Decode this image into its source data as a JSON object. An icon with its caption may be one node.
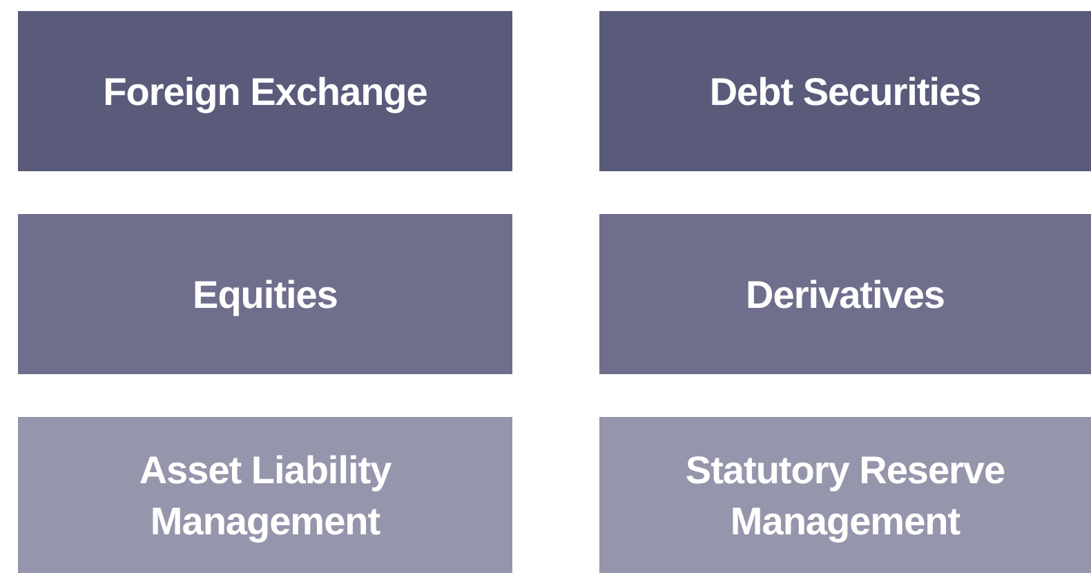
{
  "diagram": {
    "nodes": [
      {
        "text": [
          "Foreign Exchange"
        ]
      },
      {
        "text": [
          "Debt Securities"
        ]
      },
      {
        "text": [
          "Equities"
        ]
      },
      {
        "text": [
          "Derivatives"
        ]
      },
      {
        "text": [
          "Asset Liability Management"
        ]
      },
      {
        "text": [
          "Statutory Reserve Management"
        ]
      }
    ]
  }
}
